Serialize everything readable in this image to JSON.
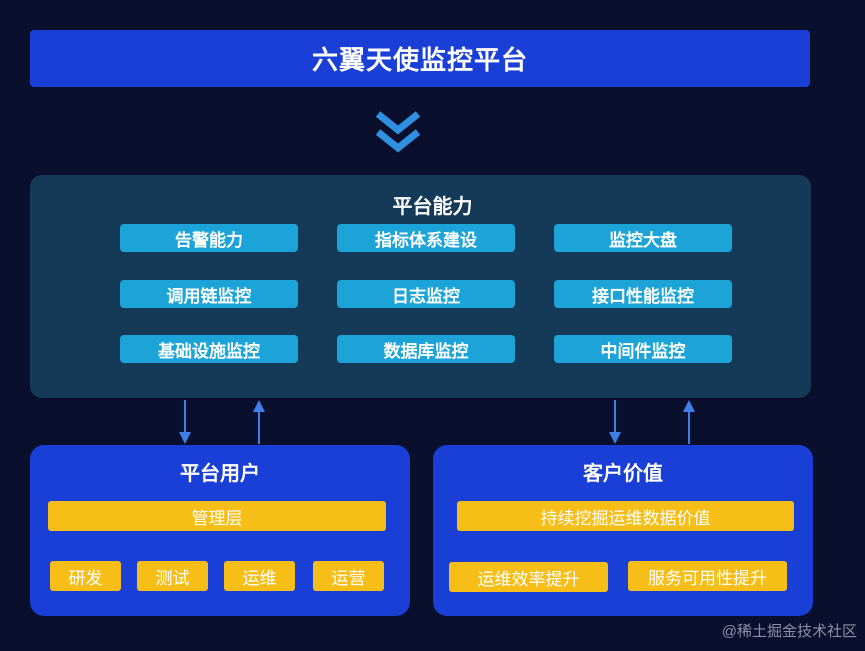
{
  "title": "六翼天使监控平台",
  "capabilities": {
    "heading": "平台能力",
    "items": [
      "告警能力",
      "指标体系建设",
      "监控大盘",
      "调用链监控",
      "日志监控",
      "接口性能监控",
      "基础设施监控",
      "数据库监控",
      "中间件监控"
    ]
  },
  "platform_users": {
    "heading": "平台用户",
    "top": "管理层",
    "roles": [
      "研发",
      "测试",
      "运维",
      "运营"
    ]
  },
  "customer_value": {
    "heading": "客户价值",
    "top": "持续挖掘运维数据价值",
    "items": [
      "运维效率提升",
      "服务可用性提升"
    ]
  },
  "watermark": "@稀土掘金技术社区",
  "colors": {
    "background": "#0b0f2e",
    "title_bar": "#1a3fd6",
    "panel": "#143a58",
    "capability_pill": "#1ca3d8",
    "box": "#1a3fd6",
    "pill_yellow": "#f6be17",
    "arrow": "#2f8fe0"
  }
}
